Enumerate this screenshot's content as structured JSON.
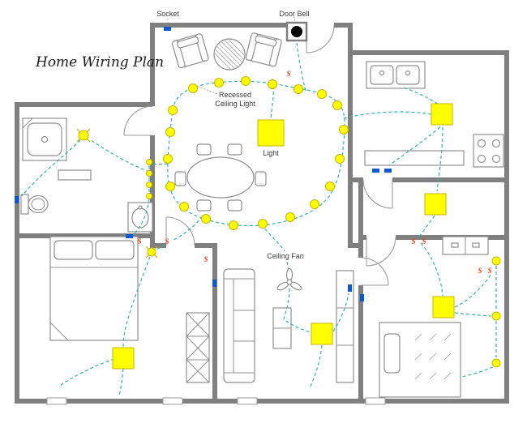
{
  "title": "Home Wiring Plan",
  "labels": {
    "socket": "Socket",
    "door_bell": "Door Bell",
    "recessed_line1": "Recessed",
    "recessed_line2": "Ceiling Light",
    "light": "Light",
    "ceiling_fan": "Ceiling Fan",
    "switch_symbol": "S"
  },
  "colors": {
    "wall": "#7f7f7f",
    "furniture": "#8f8f8f",
    "wire": "#2eb8a0",
    "light_fill": "#ffff00",
    "light_stroke": "#c8b400",
    "switch": "#ff3300",
    "socket": "#0a5bd3",
    "doorbell": "#000000",
    "label_text": "#3a3a3a",
    "title_text": "#1a1a1a"
  }
}
